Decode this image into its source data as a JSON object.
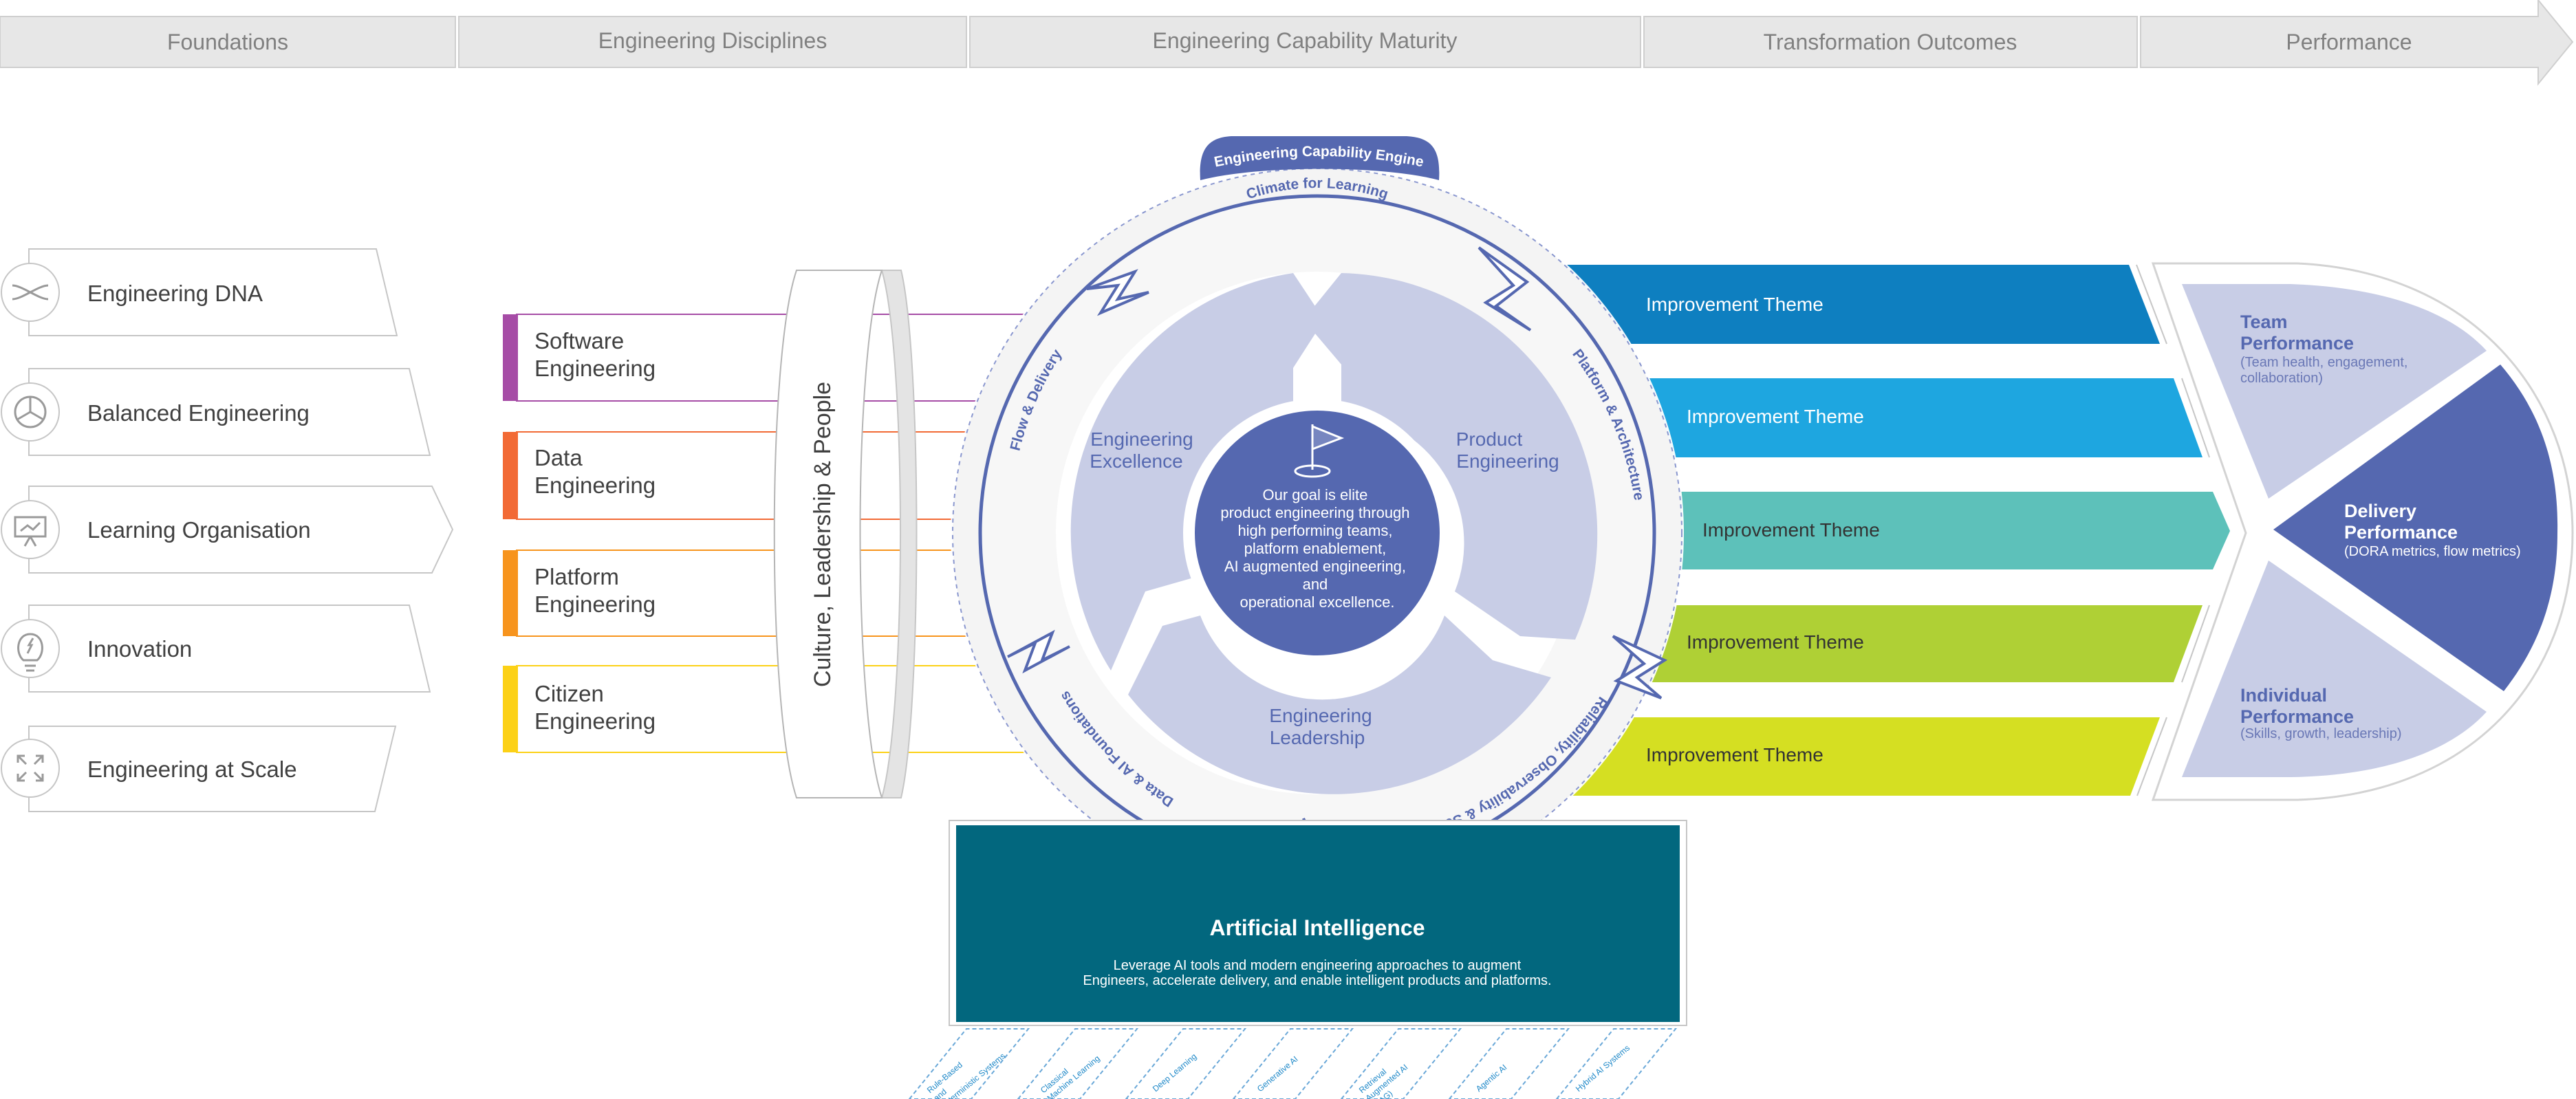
{
  "header": {
    "stages": [
      "Foundations",
      "Engineering Disciplines",
      "Engineering Capability Maturity",
      "Transformation Outcomes",
      "Performance"
    ]
  },
  "foundations": [
    {
      "label": "Engineering DNA",
      "icon": "dna-icon"
    },
    {
      "label": "Balanced Engineering",
      "icon": "balance-icon"
    },
    {
      "label": "Learning Organisation",
      "icon": "presentation-board-icon"
    },
    {
      "label": "Innovation",
      "icon": "lightbulb-icon"
    },
    {
      "label": "Engineering at Scale",
      "icon": "expand-arrows-icon"
    }
  ],
  "disciplines": [
    {
      "line1": "Software",
      "line2": "Engineering",
      "color": "#a64ca6"
    },
    {
      "line1": "Data",
      "line2": "Engineering",
      "color": "#f26a35"
    },
    {
      "line1": "Platform",
      "line2": "Engineering",
      "color": "#f7941d"
    },
    {
      "line1": "Citizen",
      "line2": "Engineering",
      "color": "#fcd116"
    }
  ],
  "culture_label": "Culture, Leadership & People",
  "engine": {
    "tab_label": "Engineering Capability Engine",
    "ring": {
      "top": "Climate for Learning",
      "right": "Platform & Architecture",
      "bottom_right": "Reliability, Observability & Security",
      "bottom_left": "Data & AI Foundations",
      "left": "Flow & Delivery"
    },
    "segments": {
      "left": {
        "line1": "Engineering",
        "line2": "Excellence"
      },
      "right": {
        "line1": "Product",
        "line2": "Engineering"
      },
      "bottom": {
        "line1": "Engineering",
        "line2": "Leadership"
      }
    },
    "goal_lines": [
      "Our goal is elite",
      "product engineering through",
      "high performing teams,",
      "platform enablement,",
      "AI augmented engineering,",
      "and",
      "operational excellence."
    ],
    "goal_icon": "flag-icon",
    "colors": {
      "primary": "#5568b0",
      "segment": "#c8cde6",
      "ring": "#f6f6f6"
    }
  },
  "themes": [
    {
      "label": "Improvement Theme",
      "color": "#0e7fc0",
      "text_color": "#ffffff"
    },
    {
      "label": "Improvement Theme",
      "color": "#1ea6e0",
      "text_color": "#ffffff"
    },
    {
      "label": "Improvement Theme",
      "color": "#5dc1ba",
      "text_color": "#333333"
    },
    {
      "label": "Improvement Theme",
      "color": "#afd035",
      "text_color": "#333333"
    },
    {
      "label": "Improvement Theme",
      "color": "#d5df22",
      "text_color": "#333333"
    }
  ],
  "performance": {
    "team": {
      "line1": "Team",
      "line2": "Performance",
      "desc1": "(Team health, engagement,",
      "desc2": "collaboration)"
    },
    "delivery": {
      "line1": "Delivery",
      "line2": "Performance",
      "desc1": "(DORA metrics, flow metrics)"
    },
    "individual": {
      "line1": "Individual",
      "line2": "Performance",
      "desc1": "(Skills, growth, leadership)"
    }
  },
  "ai": {
    "title": "Artificial Intelligence",
    "desc1": "Leverage AI tools and modern engineering approaches to augment",
    "desc2": "Engineers, accelerate delivery, and enable intelligent products and platforms.",
    "color": "#02677e",
    "subtypes": [
      [
        "Rule-Based",
        "and",
        "Deterministic Systems"
      ],
      [
        "Classical",
        "Machine Learning"
      ],
      [
        "Deep Learning"
      ],
      [
        "Generative AI"
      ],
      [
        "Retrieval",
        "Augmented AI",
        "(RAG)"
      ],
      [
        "Agentic AI"
      ],
      [
        "Hybrid AI Systems"
      ]
    ]
  }
}
